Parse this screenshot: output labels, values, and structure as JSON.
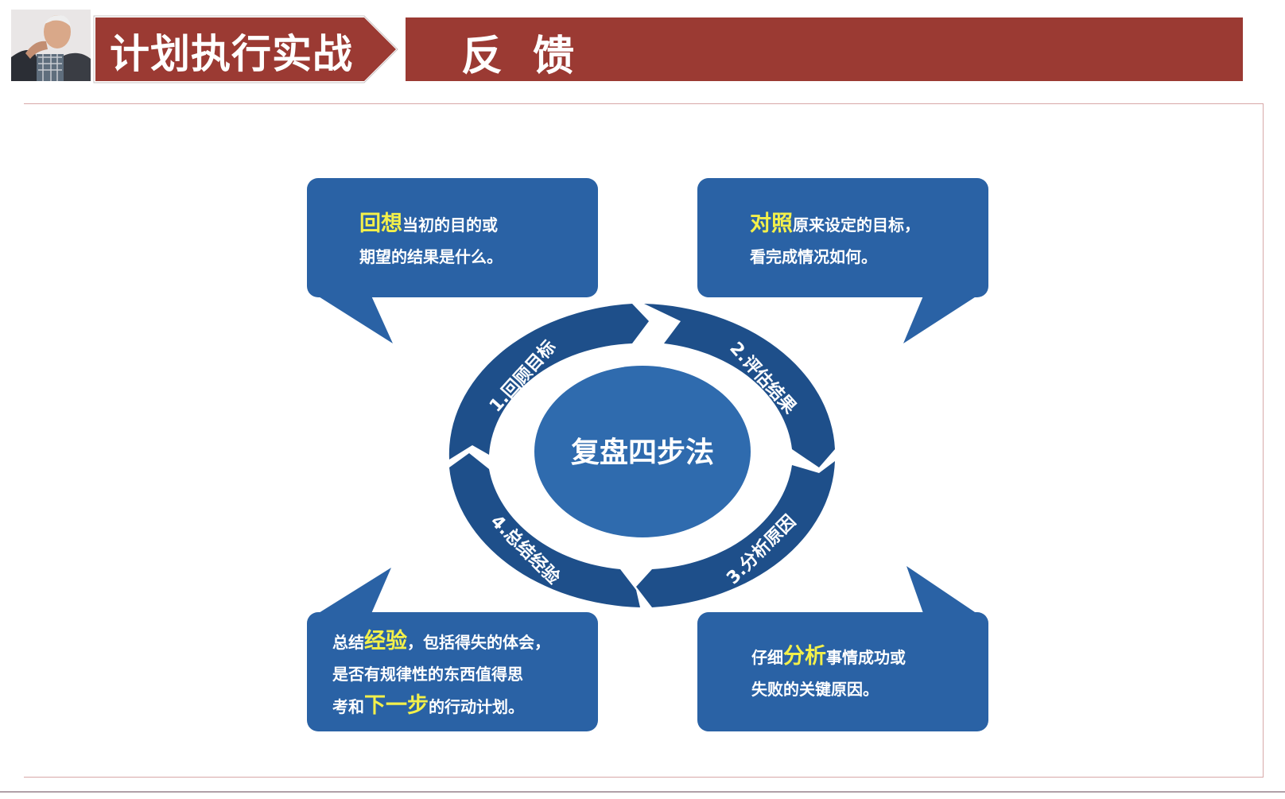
{
  "header": {
    "title": "计划执行实战",
    "section": "反 馈"
  },
  "diagram": {
    "center": "复盘四步法",
    "steps": [
      {
        "label": "1.回顾目标"
      },
      {
        "label": "2.评估结果"
      },
      {
        "label": "3.分析原因"
      },
      {
        "label": "4.总结经验"
      }
    ],
    "callouts": {
      "top_left": {
        "hl": "回想",
        "line1_rest": "当初的目的或",
        "line2": "期望的结果是什么。"
      },
      "top_right": {
        "hl": "对照",
        "line1_rest": "原来设定的目标，",
        "line2": "看完成情况如何。"
      },
      "bottom_right": {
        "line1_pre": "仔细",
        "hl": "分析",
        "line1_rest": "事情成功或",
        "line2": "失败的关键原因。"
      },
      "bottom_left": {
        "line1_pre": "总结",
        "hl": "经验",
        "line1_rest": "，包括得失的体会，",
        "line2": "是否有规律性的东西值得思",
        "line3_pre": "考和",
        "hl2": "下一步",
        "line3_rest": "的行动计划。"
      }
    }
  },
  "colors": {
    "header_red": "#9b3a33",
    "callout_blue": "#2a62a5",
    "ring_blue": "#1e4f8a",
    "center_blue": "#2f6bae",
    "highlight": "#f3f04a"
  }
}
